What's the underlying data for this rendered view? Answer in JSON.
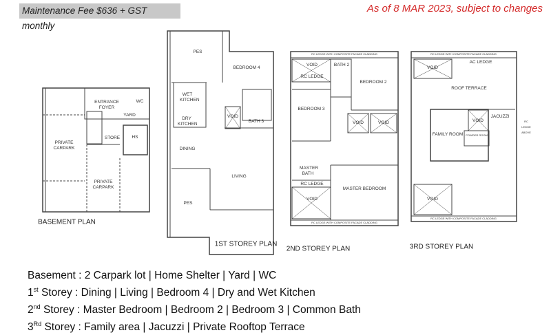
{
  "header": {
    "maintenance_fee": "Maintenance Fee $636 + GST monthly",
    "as_of_note": "As of 8 MAR 2023,  subject to changes",
    "note_color": "#d42a2a"
  },
  "plans": {
    "basement": {
      "caption": "BASEMENT PLAN",
      "rooms": [
        "ENTRANCE FOYER",
        "WC",
        "YARD",
        "STORE",
        "HS",
        "PRIVATE CARPARK",
        "PRIVATE CARPARK"
      ]
    },
    "first": {
      "caption": "1ST STOREY PLAN",
      "rooms": [
        "PES",
        "BEDROOM 4",
        "WET KITCHEN",
        "DRY KITCHEN",
        "VOID",
        "BATH 3",
        "DINING",
        "LIVING",
        "PES"
      ]
    },
    "second": {
      "caption": "2ND STOREY PLAN",
      "rooms": [
        "RC LEDGE WITH COMPOSITE FACADE CLADDING",
        "VOID",
        "BATH 2",
        "RC LEDGE",
        "BEDROOM 2",
        "BEDROOM 3",
        "VOID",
        "VOID",
        "MASTER BATH",
        "RC LEDGE",
        "VOID",
        "MASTER BEDROOM",
        "RC LEDGE WITH COMPOSITE FACADE CLADDING"
      ]
    },
    "third": {
      "caption": "3RD STOREY PLAN",
      "rooms": [
        "RC LEDGE WITH COMPOSITE FACADE CLADDING",
        "VOID",
        "AC LEDGE",
        "ROOF TERRACE",
        "VOID",
        "JACUZZI",
        "RC LEDGE ABOVE",
        "FAMILY ROOM",
        "POWDER ROOM",
        "VOID",
        "RC LEDGE WITH COMPOSITE FACADE CLADDING"
      ]
    }
  },
  "summary": [
    {
      "level": "Basement",
      "sup": "",
      "rest": " : 2 Carpark lot | Home Shelter | Yard |  WC"
    },
    {
      "level": "1",
      "sup": "st",
      "rest": " Storey : Dining  | Living | Bedroom 4 | Dry and Wet Kitchen"
    },
    {
      "level": "2",
      "sup": "nd",
      "rest": " Storey : Master Bedroom  | Bedroom 2 | Bedroom 3 | Common Bath"
    },
    {
      "level": "3",
      "sup": "Rd",
      "rest": " Storey : Family area | Jacuzzi | Private Rooftop Terrace"
    }
  ]
}
